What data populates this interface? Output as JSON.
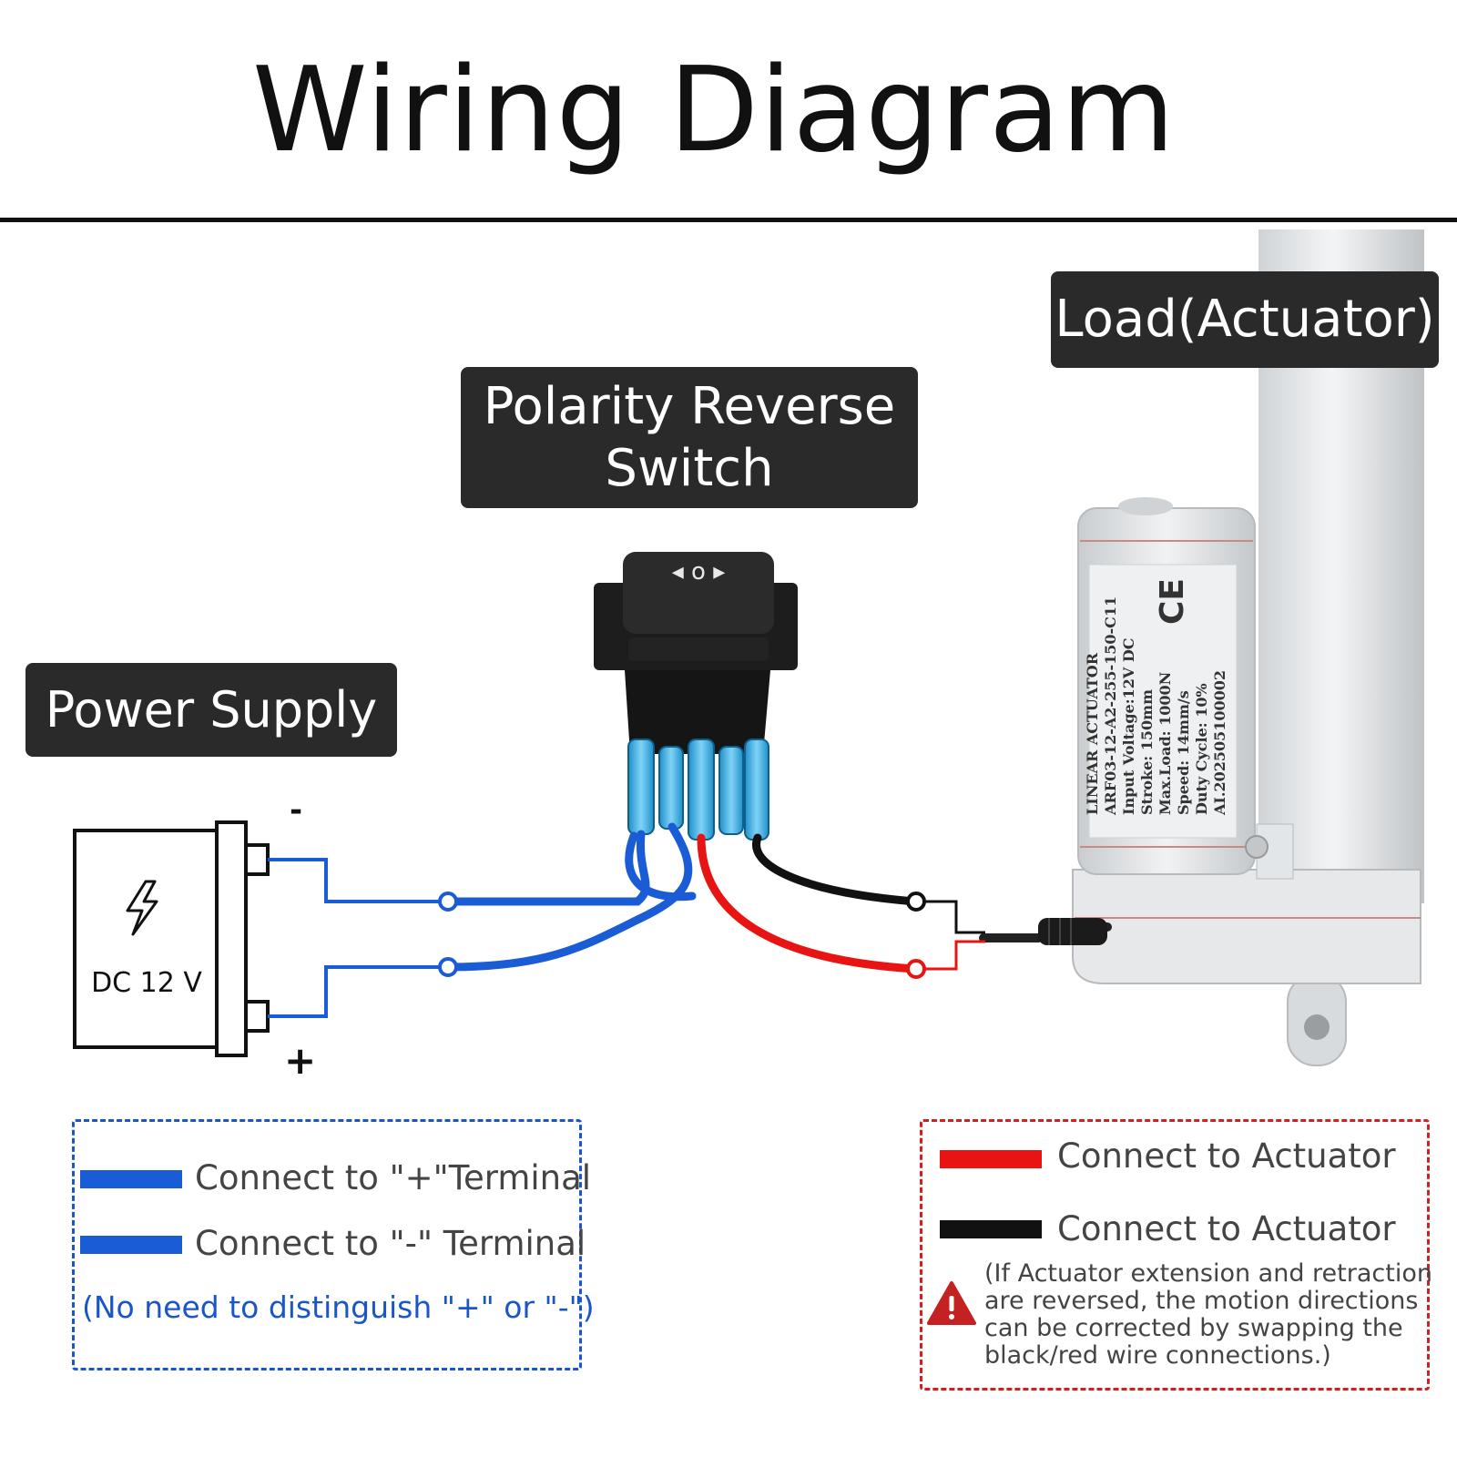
{
  "title": "Wiring Diagram",
  "tags": {
    "load": "Load(Actuator)",
    "switch_line1": "Polarity Reverse",
    "switch_line2": "Switch",
    "power": "Power Supply"
  },
  "power_supply": {
    "label": "DC 12 V",
    "minus_sign": "-",
    "plus_sign": "+",
    "icon": "lightning-bolt-icon"
  },
  "switch": {
    "icon": "left-off-right-arrows-icon",
    "symbol": "◂ o ▸"
  },
  "actuator_plate": {
    "lines": [
      "LINEAR ACTUATOR",
      "ARF03-12-A2-255-150-C11",
      "Input Voltage:12V DC",
      "Stroke:        150mm",
      "Max.Load:     1000N",
      "Speed:         14mm/s",
      "Duty Cycle:  10%",
      "AI.202505100002"
    ],
    "mark": "CE"
  },
  "legend_blue": {
    "line1": "Connect to \"+\"Terminal",
    "line2": "Connect to \"-\" Terminal",
    "note": "(No need to distinguish \"+\" or \"-\")"
  },
  "legend_red": {
    "line1": "Connect to Actuator",
    "line2": "Connect to Actuator",
    "note_lines": [
      "(If Actuator extension and retraction",
      "are reversed, the motion directions",
      "can be corrected by swapping the",
      "black/red wire connections.)"
    ]
  },
  "colors": {
    "blue_wire": "#1a5bd6",
    "red_wire": "#e81414",
    "black_wire": "#111111",
    "tag_bg": "#2a2a2a",
    "blue_dash": "#1a56c9",
    "red_dash": "#d12020"
  }
}
